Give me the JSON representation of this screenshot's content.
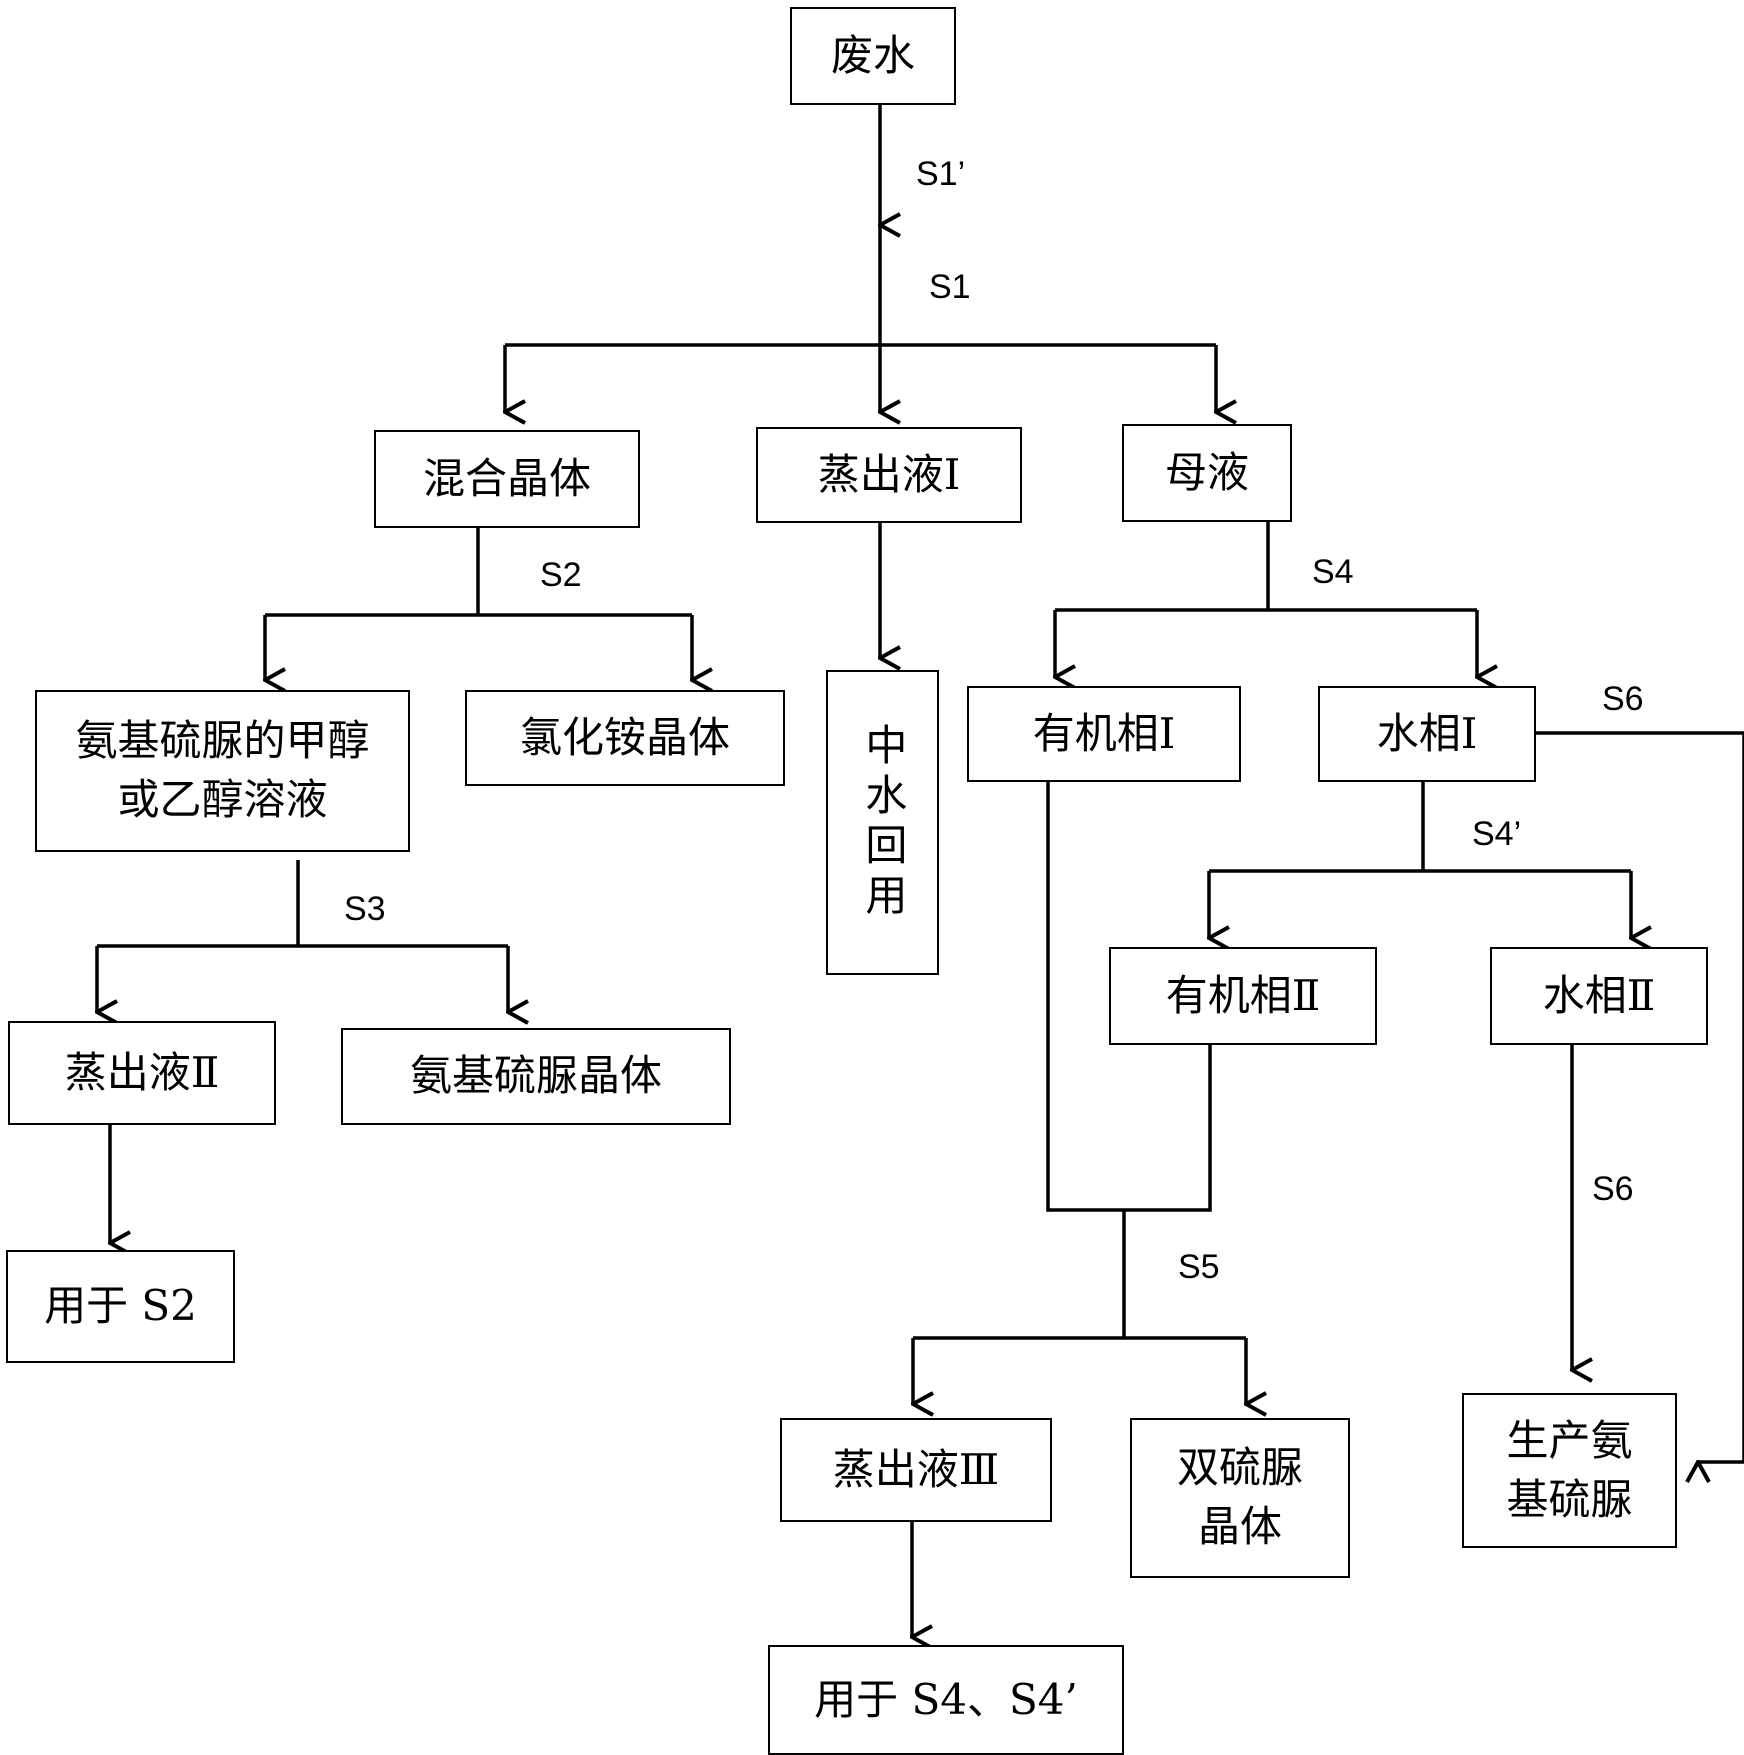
{
  "nodes": {
    "waste_water": "废水",
    "mixed_crystal": "混合晶体",
    "distillate_1": "蒸出液Ⅰ",
    "mother_liquor": "母液",
    "aminothiourea_solution": "氨基硫脲的甲醇或乙醇溶液",
    "ammonium_chloride_crystal": "氯化铵晶体",
    "reclaimed_water": "中水回用",
    "organic_phase_1": "有机相Ⅰ",
    "aqueous_phase_1": "水相Ⅰ",
    "distillate_2": "蒸出液Ⅱ",
    "aminothiourea_crystal": "氨基硫脲晶体",
    "organic_phase_2": "有机相Ⅱ",
    "aqueous_phase_2": "水相Ⅱ",
    "used_for_s2": "用于 S2",
    "distillate_3": "蒸出液Ⅲ",
    "dithiourea_crystal": "双硫脲晶体",
    "produce_aminothiourea": "生产氨基硫脲",
    "used_for_s4": "用于 S4、S4’"
  },
  "steps": {
    "s1_prime": "S1’",
    "s1": "S1",
    "s2": "S2",
    "s3": "S3",
    "s4": "S4",
    "s4_prime": "S4’",
    "s5": "S5",
    "s6_top": "S6",
    "s6_bottom": "S6"
  }
}
